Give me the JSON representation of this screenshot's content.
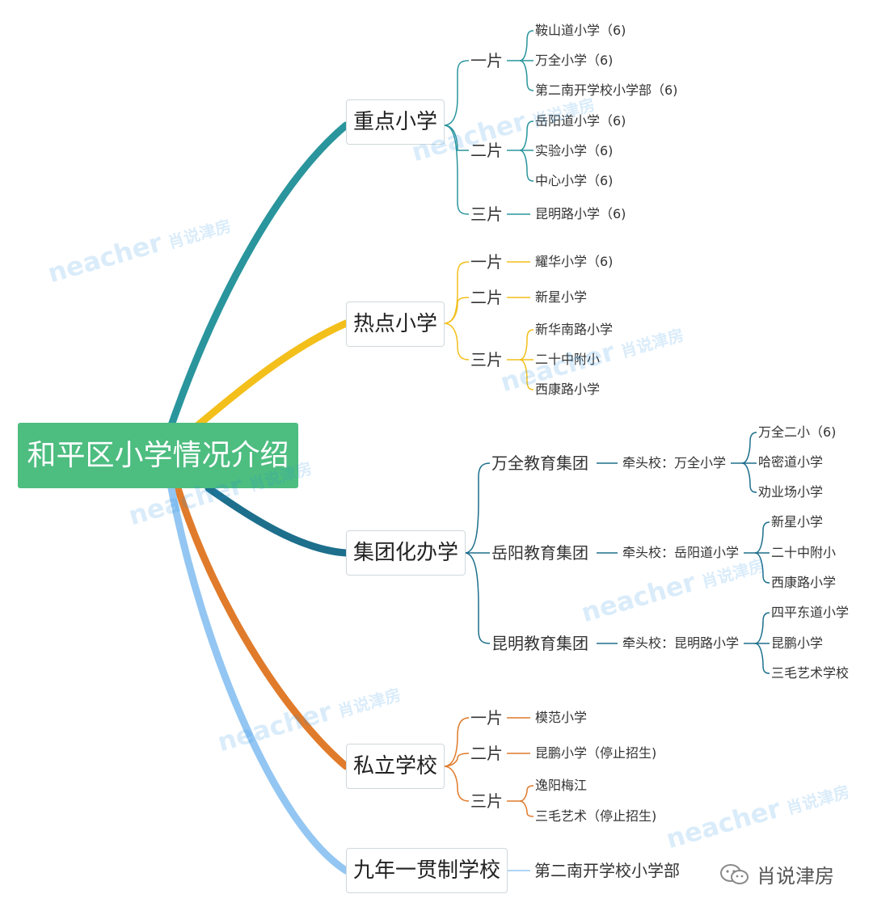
{
  "root": "和平区小学情况介绍",
  "branches": {
    "key": {
      "label": "重点小学",
      "color": "#2a959c",
      "p1": {
        "label": "一片",
        "leaves": [
          "鞍山道小学（6)",
          "万全小学（6)",
          "第二南开学校小学部（6)"
        ]
      },
      "p2": {
        "label": "二片",
        "leaves": [
          "岳阳道小学（6)",
          "实验小学（6)",
          "中心小学（6)"
        ]
      },
      "p3": {
        "label": "三片",
        "leaves": [
          "昆明路小学（6)"
        ]
      }
    },
    "hot": {
      "label": "热点小学",
      "color": "#f3bf1b",
      "p1": {
        "label": "一片",
        "leaves": [
          "耀华小学（6)"
        ]
      },
      "p2": {
        "label": "二片",
        "leaves": [
          "新星小学"
        ]
      },
      "p3": {
        "label": "三片",
        "leaves": [
          "新华南路小学",
          "二十中附小",
          "西康路小学"
        ]
      }
    },
    "group": {
      "label": "集团化办学",
      "color": "#1d6f8c",
      "g1": {
        "label": "万全教育集团",
        "lead": "牵头校：万全小学",
        "members": [
          "万全二小（6)",
          "哈密道小学",
          "劝业场小学"
        ]
      },
      "g2": {
        "label": "岳阳教育集团",
        "lead": "牵头校：岳阳道小学",
        "members": [
          "新星小学",
          "二十中附小",
          "西康路小学"
        ]
      },
      "g3": {
        "label": "昆明教育集团",
        "lead": "牵头校：昆明路小学",
        "members": [
          "四平东道小学",
          "昆鹏小学",
          "三毛艺术学校"
        ]
      }
    },
    "private": {
      "label": "私立学校",
      "color": "#e07b2b",
      "p1": {
        "label": "一片",
        "leaves": [
          "模范小学"
        ]
      },
      "p2": {
        "label": "二片",
        "leaves": [
          "昆鹏小学（停止招生)"
        ]
      },
      "p3": {
        "label": "三片",
        "leaves": [
          "逸阳梅江",
          "三毛艺术（停止招生)"
        ]
      }
    },
    "nine": {
      "label": "九年一贯制学校",
      "color": "#93c6f2",
      "leaf": "第二南开学校小学部"
    }
  },
  "watermark": {
    "latin": "neacher",
    "cn": "肖说津房"
  },
  "brand": {
    "name": "肖说津房",
    "icon": "wechat-icon"
  }
}
